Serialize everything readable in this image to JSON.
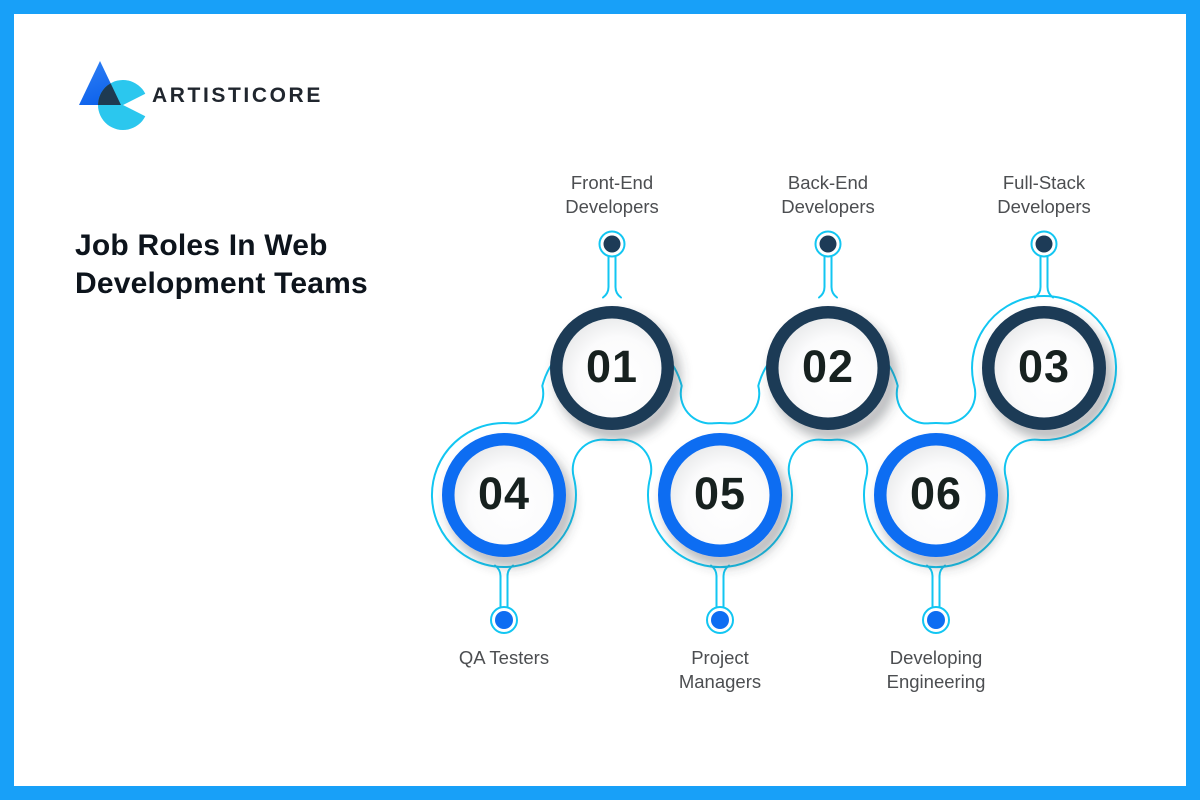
{
  "brand": {
    "name": "ARTISTICORE"
  },
  "title": {
    "line1": "Job Roles In Web",
    "line2": "Development Teams"
  },
  "colors": {
    "frame_blue": "#18a0f8",
    "connector_cyan": "#12c6f2",
    "ring_navy": "#1d3b57",
    "ring_blue": "#0e6df2",
    "label_gray": "#4c4e51"
  },
  "roles": [
    {
      "number": "01",
      "label": "Front-End Developers",
      "row": "top"
    },
    {
      "number": "02",
      "label": "Back-End Developers",
      "row": "top"
    },
    {
      "number": "03",
      "label": "Full-Stack Developers",
      "row": "top"
    },
    {
      "number": "04",
      "label": "QA Testers",
      "row": "bottom"
    },
    {
      "number": "05",
      "label": "Project Managers",
      "row": "bottom"
    },
    {
      "number": "06",
      "label": "Developing Engineering",
      "row": "bottom"
    }
  ]
}
